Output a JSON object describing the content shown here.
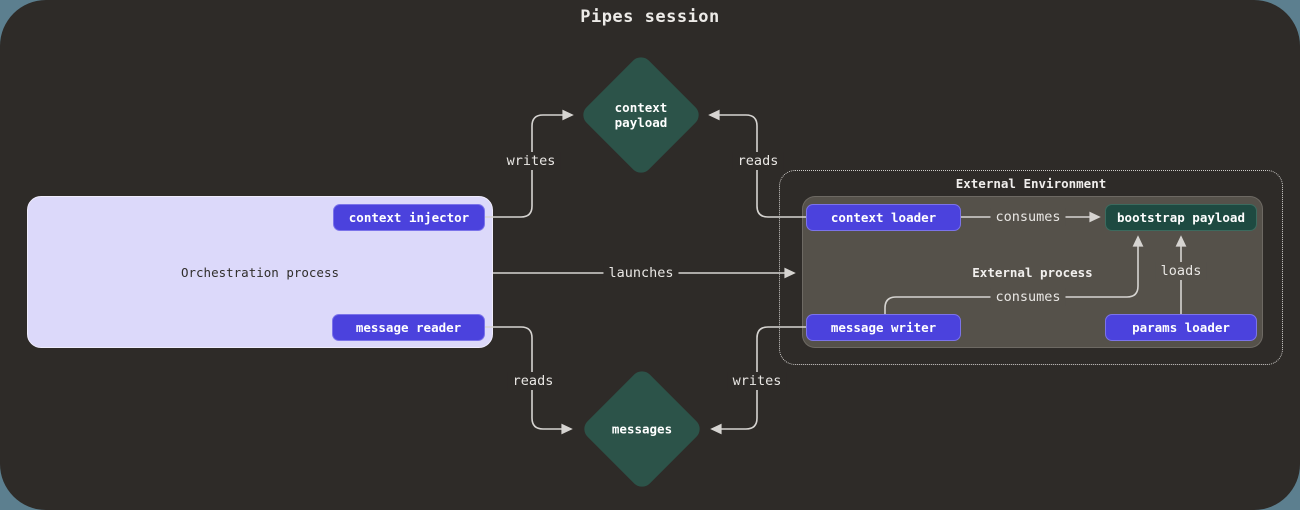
{
  "title": "Pipes session",
  "colors": {
    "page_background": "#5c7f8f",
    "canvas_background": "#2e2b28",
    "orchestration_fill": "#dcd9fa",
    "pill_purple": "#4b42dd",
    "pill_teal": "#1e4a41",
    "diamond_teal": "#2c5349",
    "external_process_fill": "#55514a",
    "connector_line": "#d6d4d1"
  },
  "nodes": {
    "orchestration_process": {
      "label": "Orchestration process"
    },
    "context_injector": {
      "label": "context injector"
    },
    "message_reader": {
      "label": "message reader"
    },
    "context_payload": {
      "line1": "context",
      "line2": "payload"
    },
    "messages": {
      "label": "messages"
    },
    "external_environment": {
      "label": "External Environment"
    },
    "external_process": {
      "label": "External process"
    },
    "context_loader": {
      "label": "context loader"
    },
    "bootstrap_payload": {
      "label": "bootstrap payload"
    },
    "message_writer": {
      "label": "message writer"
    },
    "params_loader": {
      "label": "params loader"
    }
  },
  "edge_labels": {
    "writes_top": "writes",
    "reads_top": "reads",
    "launches": "launches",
    "reads_bottom": "reads",
    "writes_bottom": "writes",
    "consumes_top": "consumes",
    "consumes_bottom": "consumes",
    "loads": "loads"
  }
}
